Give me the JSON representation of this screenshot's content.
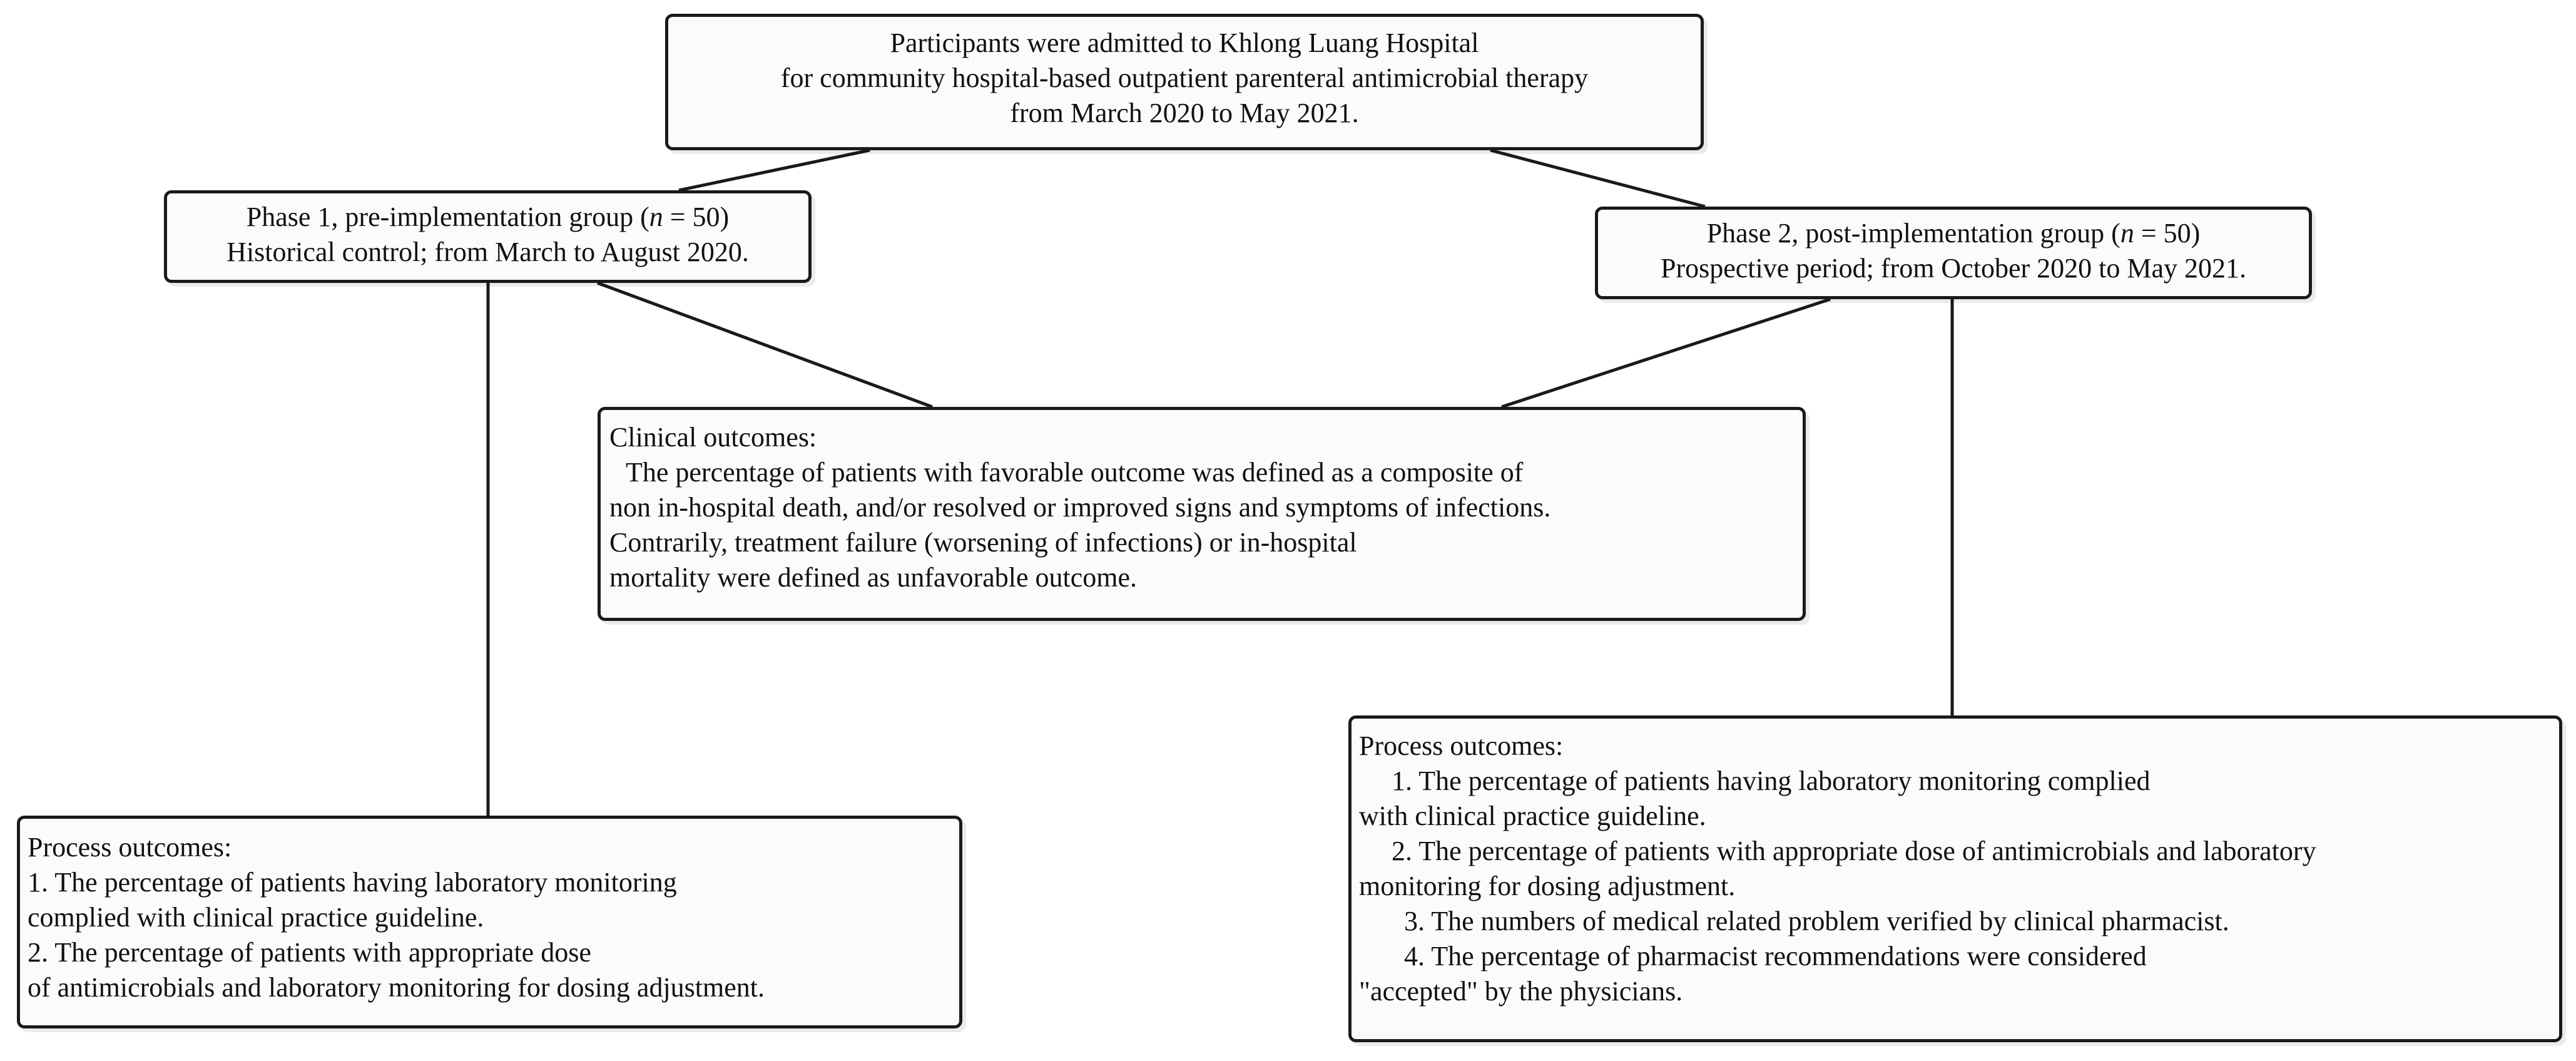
{
  "participants": {
    "lines": [
      "Participants were admitted to Khlong Luang Hospital",
      "for community hospital-based outpatient parenteral antimicrobial therapy",
      "from March 2020 to May 2021."
    ]
  },
  "phase1": {
    "line1_prefix": "Phase 1, pre-implementation group (",
    "n_symbol": "n",
    "line1_suffix": " = 50)",
    "line2": "Historical control; from March to August 2020."
  },
  "phase2": {
    "line1_prefix": "Phase 2, post-implementation group (",
    "n_symbol": "n",
    "line1_suffix": " = 50)",
    "line2": "Prospective period; from October 2020 to May 2021."
  },
  "clinical": {
    "title": "Clinical outcomes:",
    "lines": [
      "The percentage of patients with favorable outcome was defined as a composite of",
      "non in-hospital death, and/or resolved or improved signs and symptoms of infections.",
      "Contrarily, treatment failure (worsening of infections) or in-hospital",
      "mortality were defined as unfavorable outcome."
    ]
  },
  "process1": {
    "title": "Process outcomes:",
    "lines": [
      "1. The percentage of patients having laboratory monitoring",
      "complied with clinical practice guideline.",
      "2. The percentage of patients with appropriate dose",
      "of antimicrobials and laboratory monitoring for dosing adjustment."
    ]
  },
  "process2": {
    "title": "Process outcomes:",
    "lines": [
      "1. The percentage of patients having laboratory monitoring complied",
      "with clinical practice guideline.",
      "2. The percentage of patients with appropriate dose of antimicrobials and laboratory",
      "monitoring for dosing adjustment.",
      "3. The numbers of medical related problem verified by clinical pharmacist.",
      "4.  The percentage of pharmacist recommendations were considered",
      "\"accepted\" by the physicians."
    ]
  },
  "colors": {
    "stroke": "#1a1a1a",
    "box_fill": "#fdfafa",
    "background": "#ffffff"
  }
}
